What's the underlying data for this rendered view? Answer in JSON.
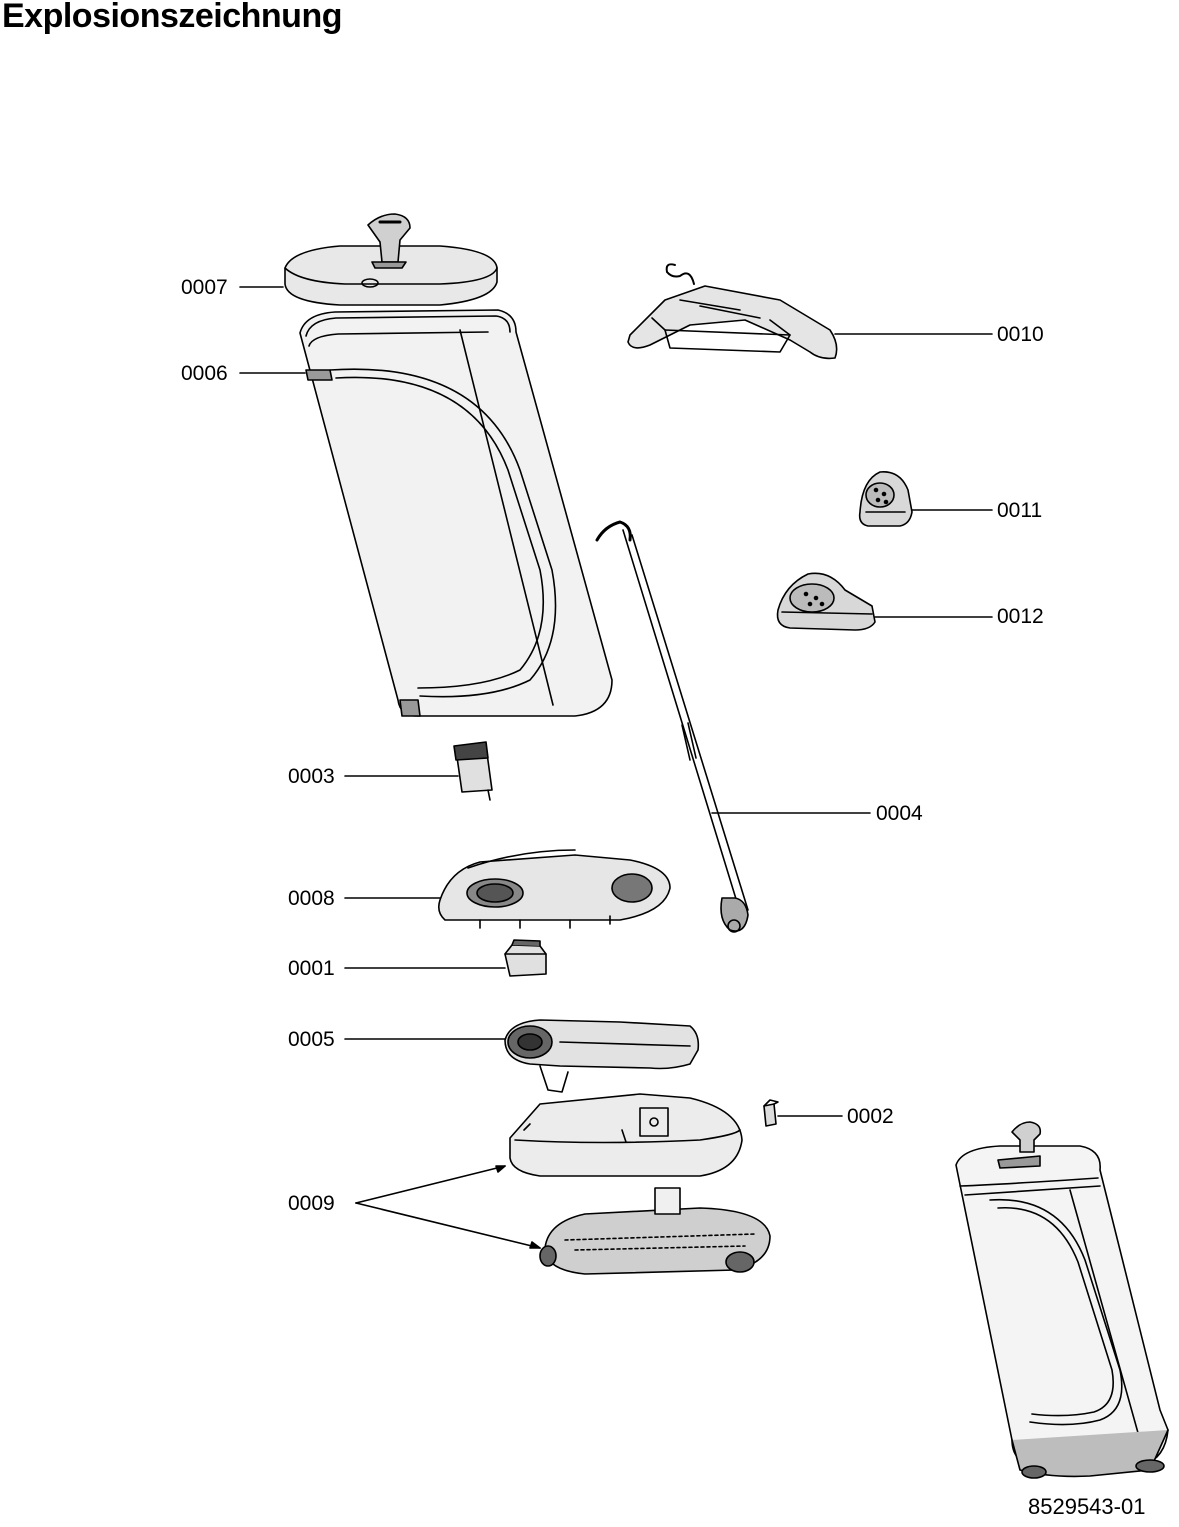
{
  "title": "Explosionszeichnung",
  "document_number": "8529543-01",
  "parts": [
    {
      "id": "0007",
      "name": "lid-with-handle"
    },
    {
      "id": "0006",
      "name": "water-tank"
    },
    {
      "id": "0003",
      "name": "small-clip"
    },
    {
      "id": "0008",
      "name": "upper-base-cover"
    },
    {
      "id": "0001",
      "name": "switch-block"
    },
    {
      "id": "0005",
      "name": "pump-housing"
    },
    {
      "id": "0009",
      "name": "base-and-bottom-plate"
    },
    {
      "id": "0010",
      "name": "hanger"
    },
    {
      "id": "0011",
      "name": "small-steam-head"
    },
    {
      "id": "0012",
      "name": "large-steam-head"
    },
    {
      "id": "0004",
      "name": "telescopic-pole"
    },
    {
      "id": "0002",
      "name": "small-connector"
    }
  ],
  "labels": {
    "p0007": "0007",
    "p0006": "0006",
    "p0003": "0003",
    "p0008": "0008",
    "p0001": "0001",
    "p0005": "0005",
    "p0009": "0009",
    "p0010": "0010",
    "p0011": "0011",
    "p0012": "0012",
    "p0004": "0004",
    "p0002": "0002"
  }
}
